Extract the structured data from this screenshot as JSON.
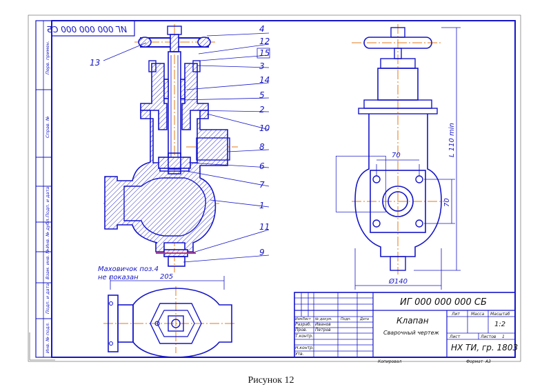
{
  "drawing": {
    "doc_code_mirrored": "ИГ 000 000 000 СБ",
    "side_labels": [
      "Перв. примен.",
      "Справ. №",
      "Подп. и дата",
      "Инв. № дубл.",
      "Взам. инв. №",
      "Подп. и дата",
      "Инв. № подл."
    ],
    "callouts": [
      "13",
      "4",
      "12",
      "15",
      "3",
      "14",
      "5",
      "2",
      "10",
      "8",
      "6",
      "7",
      "1",
      "11",
      "9"
    ],
    "dimensions": {
      "d70_horizontal": "70",
      "d70_vertical": "70",
      "d110_vertical": "L 110 min",
      "dia140": "Ø140",
      "d205": "205"
    },
    "note_line1": "Маховичок поз.4",
    "note_line2": "не показан",
    "title_block": {
      "doc_code": "ИГ 000 000 000 СБ",
      "name": "Клапан",
      "subtitle": "Сварочный чертеж",
      "col_headers": [
        "Изм",
        "Лист",
        "№ докум.",
        "Подп.",
        "Дата"
      ],
      "roles": [
        "Разраб.",
        "Пров.",
        "Т.контр.",
        "Н.контр.",
        "Утв."
      ],
      "names": [
        "Иванов",
        "Петров"
      ],
      "lit_label": "Лит",
      "mass_label": "Масса",
      "scale_label": "Масштаб",
      "scale_value": "1:2",
      "sheet_label": "Лист",
      "sheets_label": "Листов",
      "sheets_value": "1",
      "org": "НХ ТИ, гр. 1803",
      "copied": "Копировал",
      "format_label": "Формат",
      "format_value": "А3"
    }
  },
  "caption": "Рисунок 12"
}
